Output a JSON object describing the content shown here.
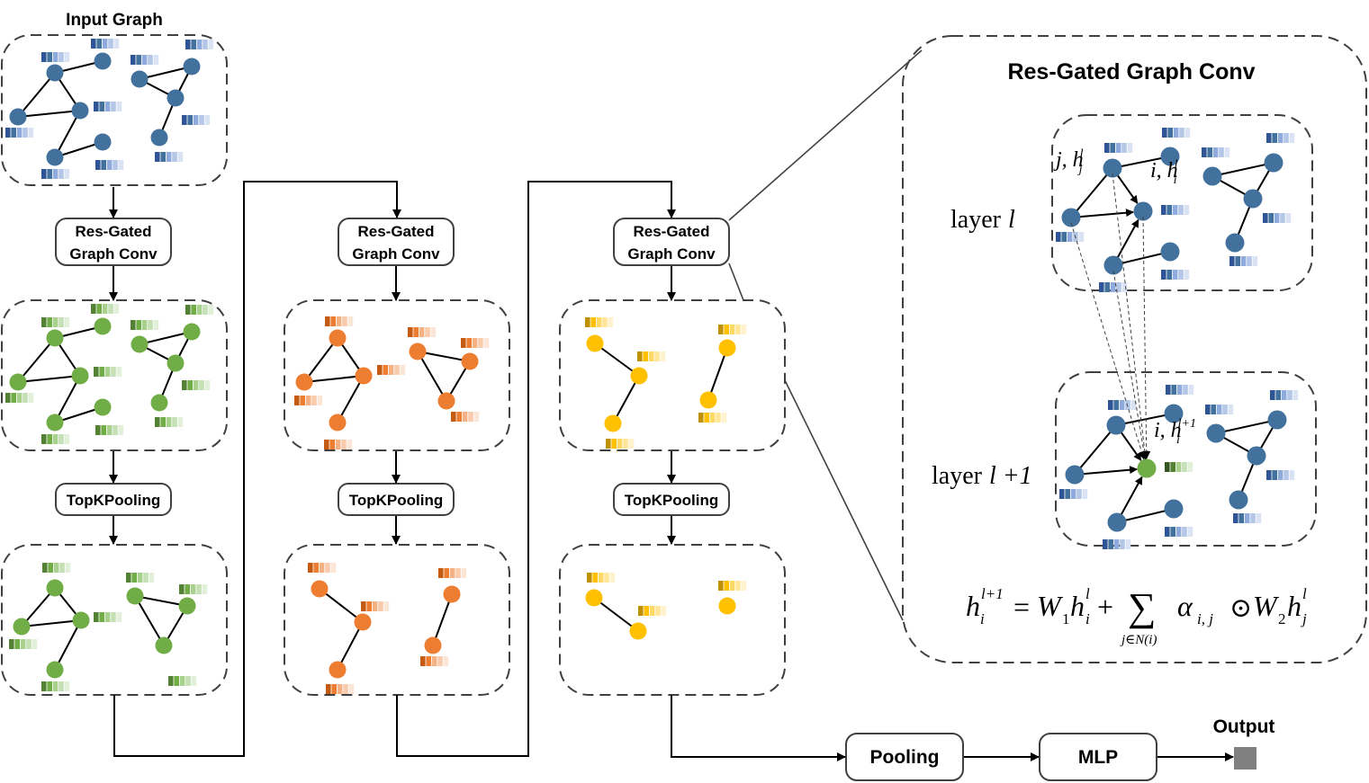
{
  "colors": {
    "blue": "#41719c",
    "green": "#70ad47",
    "orange": "#ed7d31",
    "yellow": "#ffc000",
    "output": "#808080",
    "blue_feat": [
      "#2f5597",
      "#41719c",
      "#8faadc",
      "#b4c7e7",
      "#dae3f3"
    ],
    "green_feat": [
      "#548235",
      "#70ad47",
      "#a9d18e",
      "#c5e0b4",
      "#e2f0d9"
    ],
    "green_dark_feat": [
      "#375623",
      "#548235",
      "#a9d18e",
      "#c5e0b4",
      "#e2f0d9"
    ],
    "orange_feat": [
      "#c55a11",
      "#ed7d31",
      "#f4b183",
      "#f8cbad",
      "#fbe5d6"
    ],
    "yellow_feat": [
      "#bf9000",
      "#ffc000",
      "#ffd966",
      "#ffe699",
      "#fff2cc"
    ]
  },
  "pipeline": {
    "input_title": "Input Graph",
    "conv_label_line1": "Res-Gated",
    "conv_label_line2": "Graph Conv",
    "pool_label": "TopKPooling",
    "global_pool_label": "Pooling",
    "mlp_label": "MLP",
    "output_label": "Output"
  },
  "detail": {
    "title": "Res-Gated Graph Conv",
    "layer_l": "layer",
    "layer_l_var": "l",
    "layer_l1": "layer",
    "layer_l1_var": "l +1",
    "label_j": "j, h",
    "label_j_sup": "l",
    "label_j_sub": "j",
    "label_i": "i, h",
    "label_i_sup": "l",
    "label_i_sub": "i",
    "label_i_next": "i, h",
    "label_i_next_sup": "l+1",
    "label_i_next_sub": "i",
    "formula": {
      "lhs": "h",
      "lhs_sup": "l+1",
      "lhs_sub": "i",
      "eq": "=",
      "w1": "W",
      "w1_sub": "1",
      "h1": "h",
      "h1_sup": "l",
      "h1_sub": "i",
      "plus": "+",
      "sum": "∑",
      "sum_under": "j∈N(i)",
      "alpha": "α",
      "alpha_sub": "i, j",
      "odot": "⊙",
      "w2": "W",
      "w2_sub": "2",
      "h2": "h",
      "h2_sup": "l",
      "h2_sub": "j"
    }
  }
}
